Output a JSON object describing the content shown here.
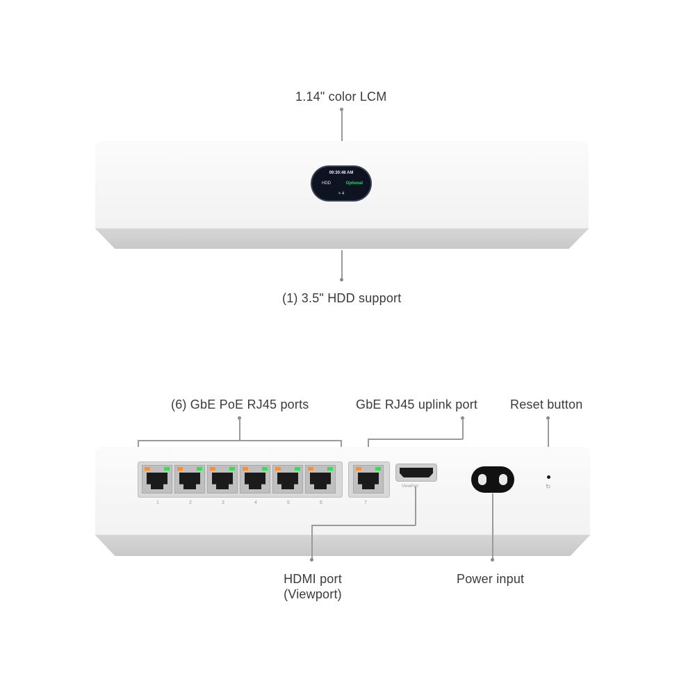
{
  "labels": {
    "lcm": "1.14\" color LCM",
    "hdd": "(1) 3.5\" HDD support",
    "poe_ports": "(6) GbE PoE RJ45 ports",
    "uplink": "GbE RJ45 uplink port",
    "reset": "Reset button",
    "hdmi_line1": "HDMI port",
    "hdmi_line2": "(Viewport)",
    "power": "Power input"
  },
  "lcm_screen": {
    "time": "09:30:48 AM",
    "hdd": "HDD",
    "status": "Optional",
    "count": "× 4"
  },
  "ports": [
    "1",
    "2",
    "3",
    "4",
    "5",
    "6"
  ],
  "uplink_port": "7",
  "hdmi_marking": "ViewPort",
  "colors": {
    "led_orange": "#f2913c",
    "led_green": "#3fd95a",
    "lcm_status": "#2fd37b"
  }
}
